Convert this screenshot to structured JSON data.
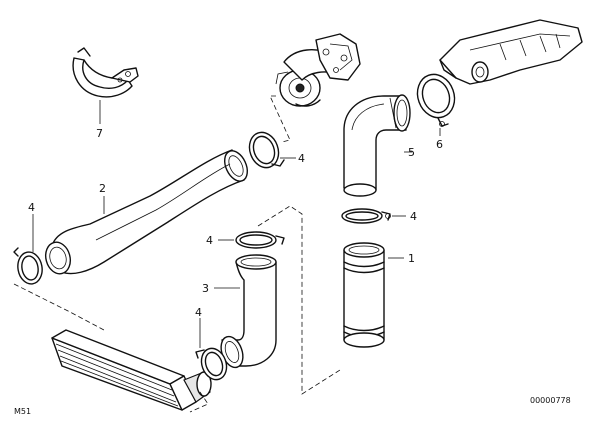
{
  "callouts": {
    "c1": "1",
    "c2": "2",
    "c3": "3",
    "c4a": "4",
    "c4b": "4",
    "c4c": "4",
    "c4d": "4",
    "c4e": "4",
    "c5": "5",
    "c6": "6",
    "c7": "7"
  },
  "footer": {
    "left_code": "M51",
    "right_code": "00000778"
  },
  "colors": {
    "line": "#111111",
    "background": "#ffffff"
  }
}
